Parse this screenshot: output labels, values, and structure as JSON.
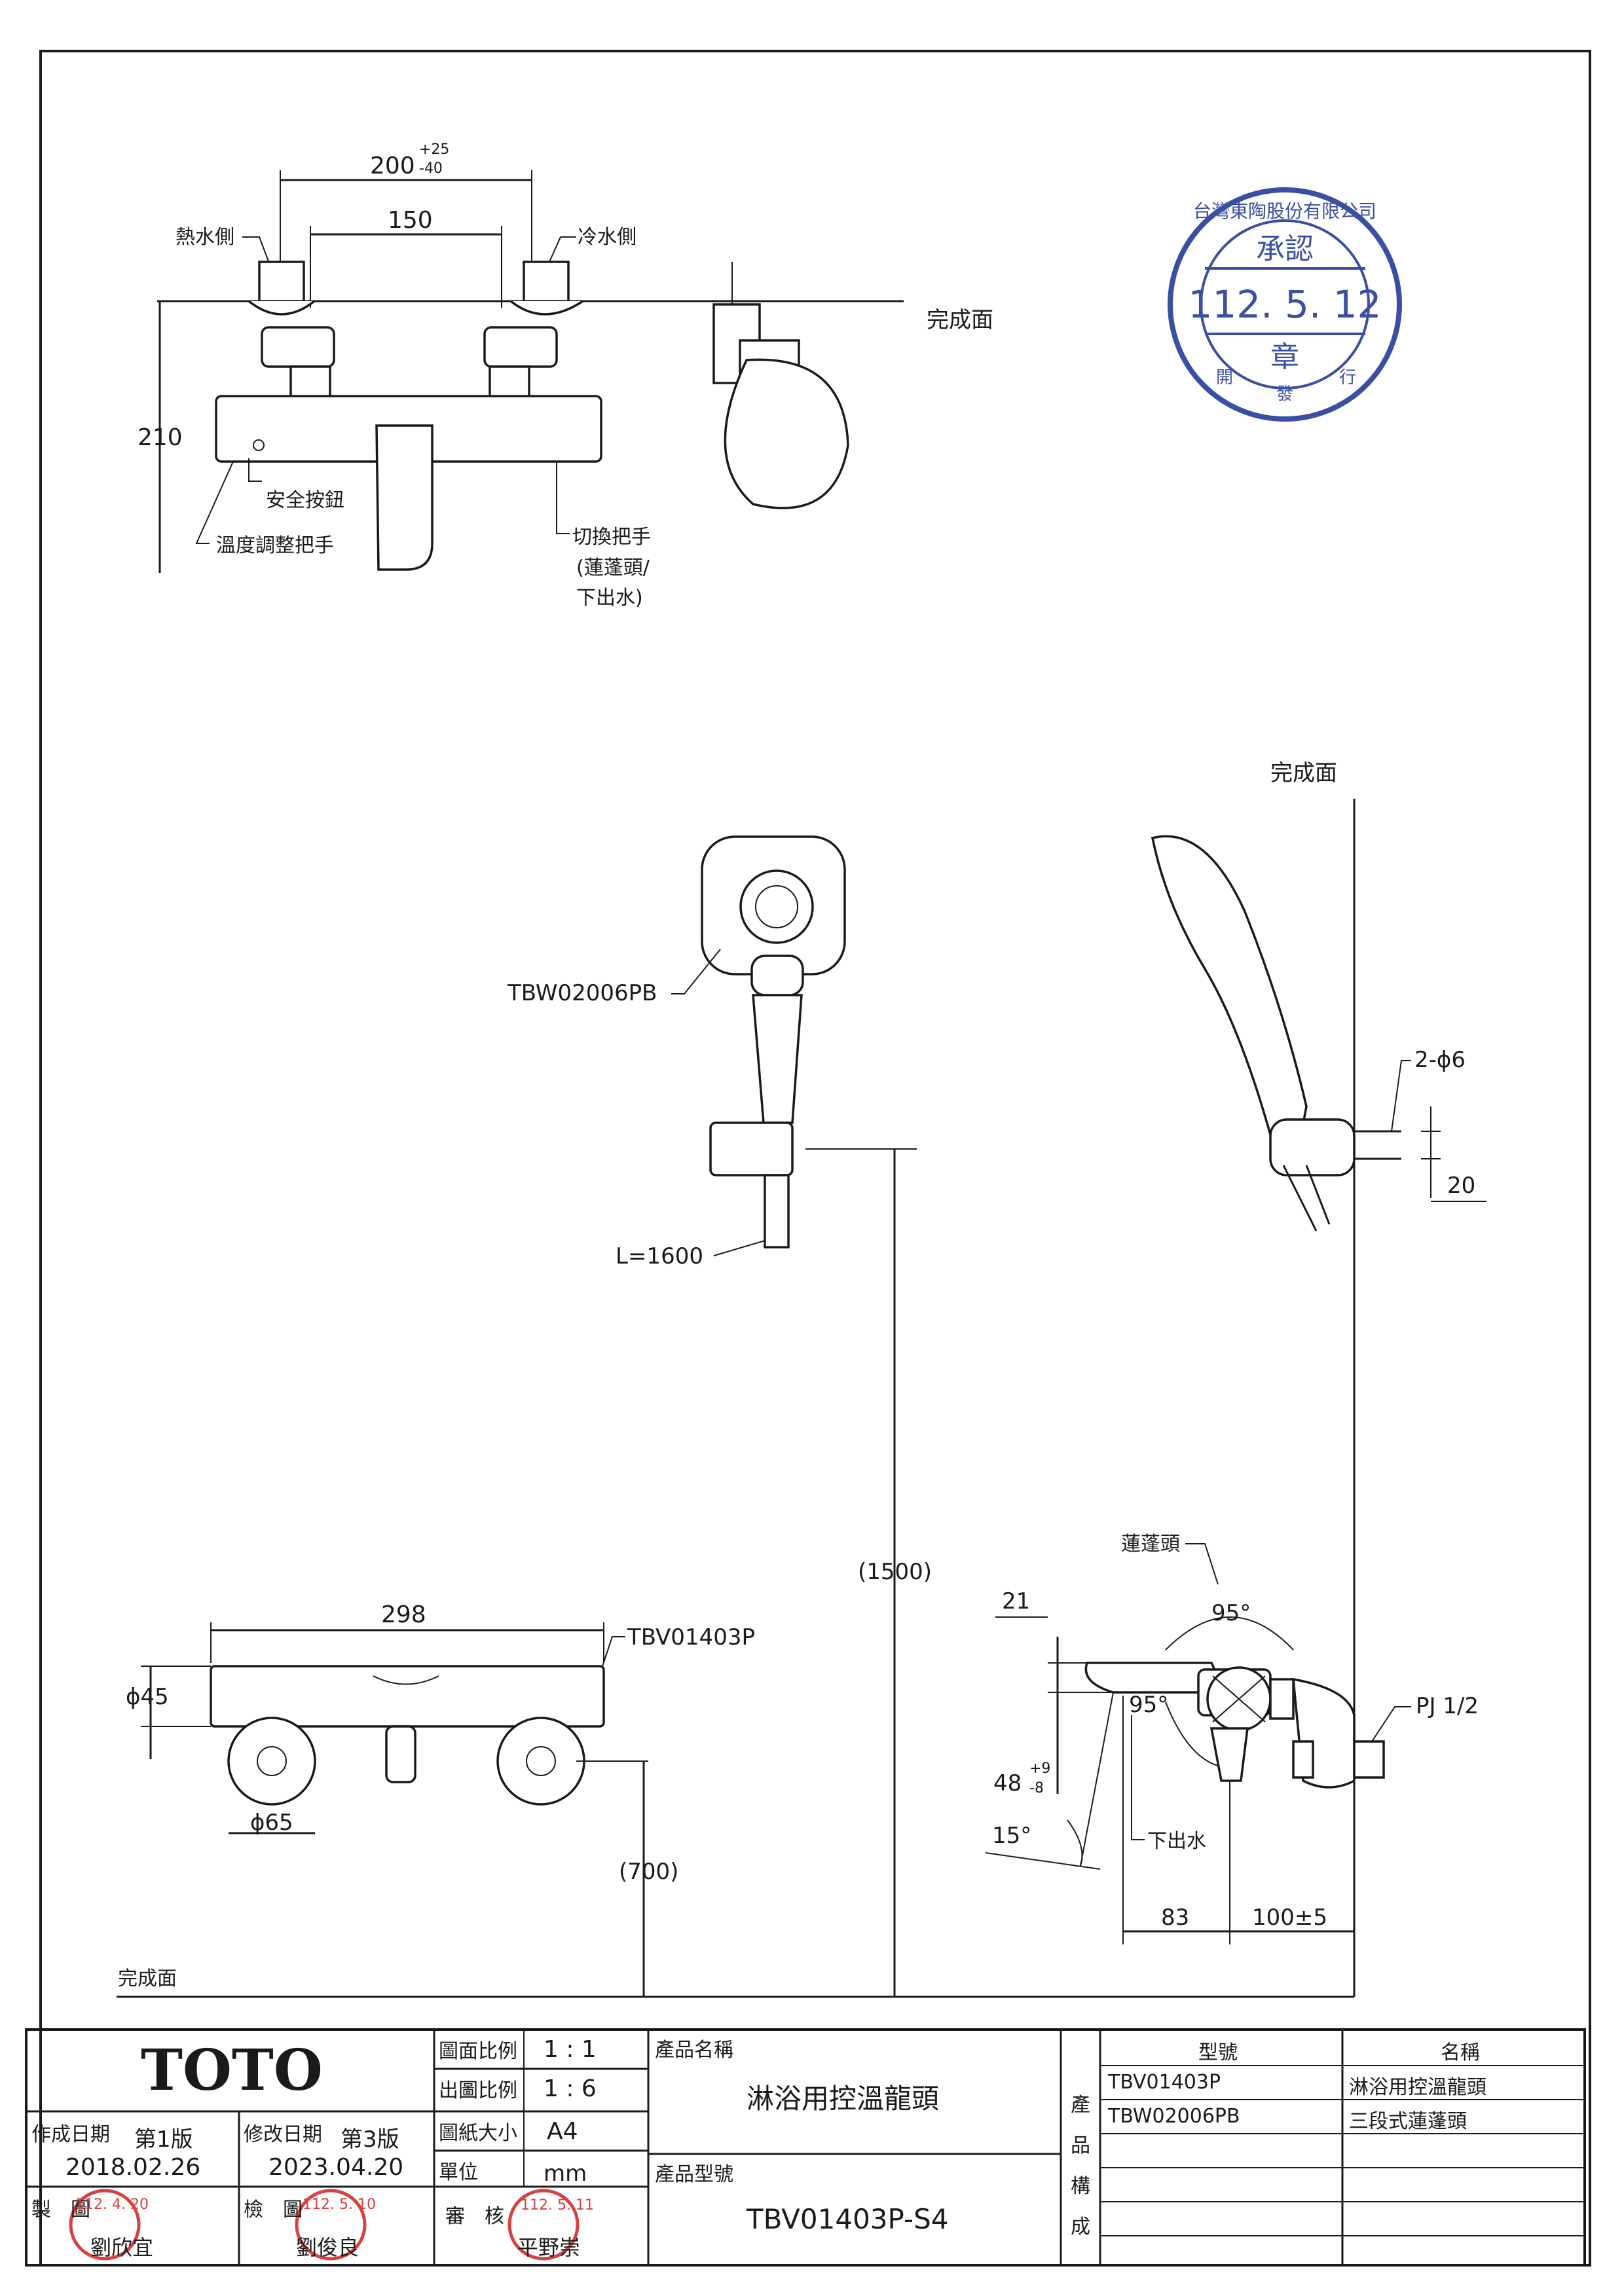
{
  "top_view": {
    "dim_total": "200",
    "dim_total_tol_plus": "+25",
    "dim_total_tol_minus": "-40",
    "dim_center": "150",
    "hot_side": "熱水側",
    "cold_side": "冷水側",
    "finish_surface": "完成面",
    "height": "210",
    "safety_button": "安全按鈕",
    "temp_handle": "溫度調整把手",
    "switch_handle_l1": "切換把手",
    "switch_handle_l2": "(蓮蓬頭/",
    "switch_handle_l3": "下出水)"
  },
  "shower_view": {
    "finish_surface": "完成面",
    "shower_model": "TBW02006PB",
    "hose_length": "L=1600",
    "holes": "2-ϕ6",
    "hole_spacing": "20"
  },
  "front_view": {
    "width": "298",
    "model": "TBV01403P",
    "pipe_dia": "ϕ45",
    "knob_dia": "ϕ65",
    "height_700": "(700)",
    "height_1500": "(1500)",
    "finish_surface": "完成面"
  },
  "side_view": {
    "shower_label": "蓮蓬頭",
    "angle_top": "95°",
    "angle_inner": "95°",
    "dim_21": "21",
    "dim_48": "48",
    "dim_48_plus": "+9",
    "dim_48_minus": "-8",
    "angle_15": "15°",
    "lower_outlet": "下出水",
    "dim_83": "83",
    "dim_100": "100±5",
    "pj": "PJ 1/2"
  },
  "stamp": {
    "company": "台灣東陶股份有限公司",
    "approved": "承認",
    "date": "112. 5. 12",
    "seal": "章",
    "issued": "發",
    "left_char": "開",
    "right_char": "行"
  },
  "title_block": {
    "brand": "TOTO",
    "created_label": "作成日期",
    "first_edition": "第1版",
    "created_date": "2018.02.26",
    "revised_label": "修改日期",
    "third_edition": "第3版",
    "revised_date": "2023.04.20",
    "drawn_label": "製　圖",
    "drawn_name": "劉欣宜",
    "drawn_stamp_date": "112. 4. 20",
    "checked_label": "檢　圖",
    "checked_name": "劉俊良",
    "checked_stamp_date": "112. 5. 10",
    "scale_label": "圖面比例",
    "scale_value": "1 : 1",
    "print_scale_label": "出圖比例",
    "print_scale_value": "1 : 6",
    "paper_label": "圖紙大小",
    "paper_value": "A4",
    "unit_label": "單位",
    "unit_value": "mm",
    "review_label": "審　核",
    "review_name": "平野崇",
    "review_stamp_date": "112. 5. 11",
    "product_name_label": "產品名稱",
    "product_name": "淋浴用控溫龍頭",
    "product_model_label": "產品型號",
    "product_model": "TBV01403P-S4",
    "composition_label": "產品構成",
    "col_model": "型號",
    "col_name": "名稱",
    "rows": [
      {
        "model": "TBV01403P",
        "name": "淋浴用控溫龍頭"
      },
      {
        "model": "TBW02006PB",
        "name": "三段式蓮蓬頭"
      }
    ]
  }
}
